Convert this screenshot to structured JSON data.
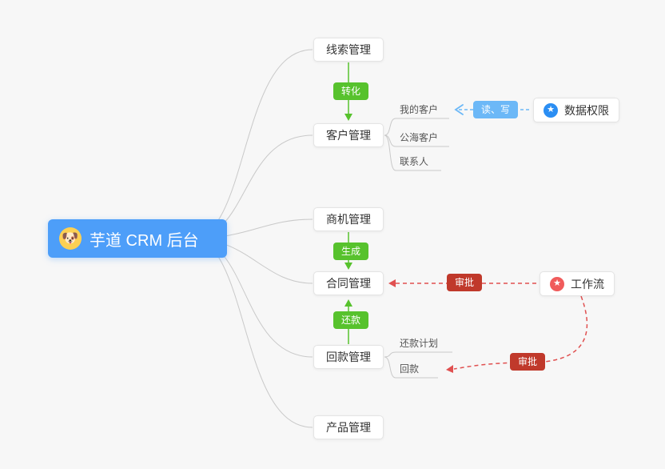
{
  "diagram": {
    "title": "芋道 CRM 后台"
  },
  "root": {
    "label": "芋道 CRM 后台",
    "icon": "dog-face-icon",
    "icon_glyph": "🐶"
  },
  "modules": [
    {
      "label": "线索管理",
      "children": []
    },
    {
      "label": "客户管理",
      "children": [
        {
          "label": "我的客户"
        },
        {
          "label": "公海客户"
        },
        {
          "label": "联系人"
        }
      ]
    },
    {
      "label": "商机管理",
      "children": []
    },
    {
      "label": "合同管理",
      "children": []
    },
    {
      "label": "回款管理",
      "children": [
        {
          "label": "还款计划"
        },
        {
          "label": "回款"
        }
      ]
    },
    {
      "label": "产品管理",
      "children": []
    }
  ],
  "integrations": [
    {
      "label": "数据权限",
      "icon": "star-circle-icon",
      "icon_glyph": "★",
      "icon_color": "#2b8ef3"
    },
    {
      "label": "工作流",
      "icon": "star-circle-icon",
      "icon_glyph": "★",
      "icon_color": "#f05b5b"
    }
  ],
  "edges": [
    {
      "from": "线索管理",
      "to": "客户管理",
      "label": "转化",
      "style": "solid-green-arrow"
    },
    {
      "from": "商机管理",
      "to": "合同管理",
      "label": "生成",
      "style": "solid-green-arrow"
    },
    {
      "from": "回款管理",
      "to": "合同管理",
      "label": "还款",
      "style": "solid-green-arrow"
    },
    {
      "from": "数据权限",
      "to": "我的客户",
      "label": "读、写",
      "style": "dashed-blue-arrow"
    },
    {
      "from": "工作流",
      "to": "合同管理",
      "label": "审批",
      "style": "dashed-red-arrow"
    },
    {
      "from": "工作流",
      "to": "回款",
      "label": "审批",
      "style": "dashed-red-arrow"
    }
  ],
  "colors": {
    "background": "#f7f7f7",
    "root_blue": "#4d9ef9",
    "node_bg": "#ffffff",
    "node_border": "#e4e4e4",
    "node_text": "#333333",
    "sub_text": "#555555",
    "green": "#57c22d",
    "light_blue": "#6cb8f7",
    "badge_red": "#c0392b",
    "line_red": "#e05050",
    "line_gray": "#c9c9c9",
    "star_blue": "#2b8ef3",
    "star_red": "#f05b5b"
  }
}
